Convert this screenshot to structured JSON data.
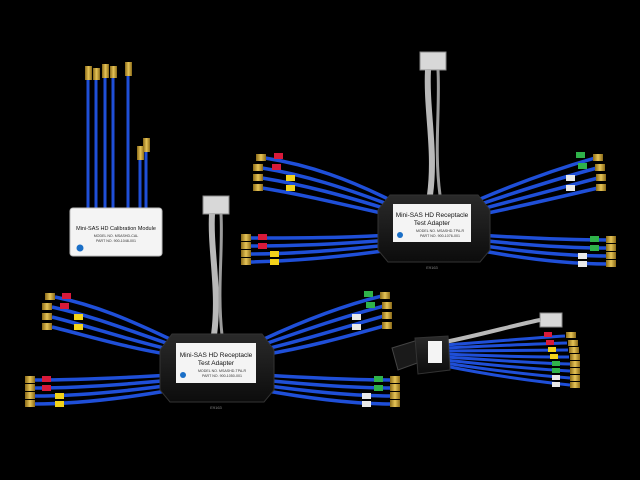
{
  "calibration_module": {
    "title": "Mini-SAS HD Calibration Module",
    "model": "MODEL NO. MSASHD-CAL",
    "part": "PART NO. 900-1048-001"
  },
  "adapter_right": {
    "title_line1": "Mini-SAS HD Receptacle",
    "title_line2": "Test Adapter",
    "model": "MODEL NO. MSASHD-TPA-R",
    "part": "PART NO. 900-1076-001",
    "stamp": "E9163"
  },
  "adapter_center": {
    "title_line1": "Mini-SAS HD Receptacle",
    "title_line2": "Test Adapter",
    "model": "MODEL NO. MSASHD-TPA-R",
    "part": "PART NO. 900-1050-001",
    "stamp": "E9163"
  },
  "colors": {
    "background": "#000000",
    "cable_blue": "#1f4fd8",
    "box_black": "#141414",
    "label_white": "#f4f4f4",
    "gold": "#c9a233",
    "band_red": "#d81a3a",
    "band_yellow": "#f2d21b",
    "band_green": "#2fb24a",
    "band_white": "#e8e8e8"
  }
}
